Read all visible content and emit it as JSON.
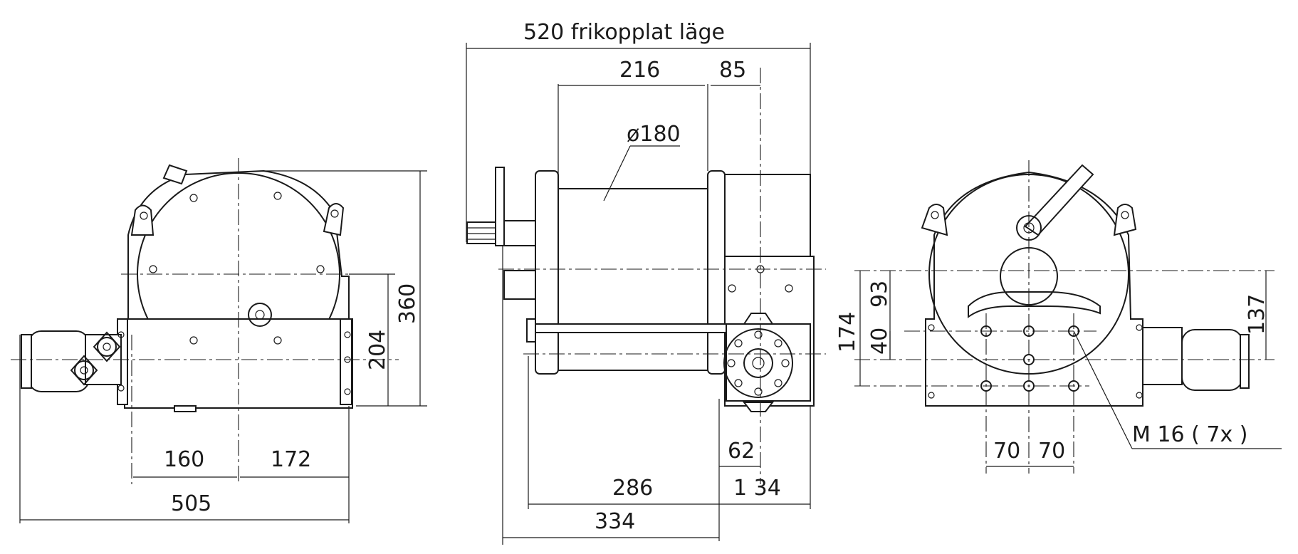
{
  "views": {
    "left": {
      "dims": {
        "d160": "160",
        "d172": "172",
        "d505": "505",
        "d204": "204",
        "d360": "360"
      }
    },
    "middle": {
      "dims": {
        "d520": "520  frikopplat läge",
        "d216": "216",
        "d85": "85",
        "d180": "ø180",
        "d286": "286",
        "d334": "334",
        "d62": "62",
        "d134": "1 34"
      }
    },
    "right": {
      "dims": {
        "d174": "174",
        "d93": "93",
        "d40": "40",
        "d137": "137",
        "d70a": "70",
        "d70b": "70",
        "thread": "M 16  (  7x  )"
      }
    }
  },
  "colors": {
    "line": "#1a1a1a",
    "background": "#ffffff"
  }
}
